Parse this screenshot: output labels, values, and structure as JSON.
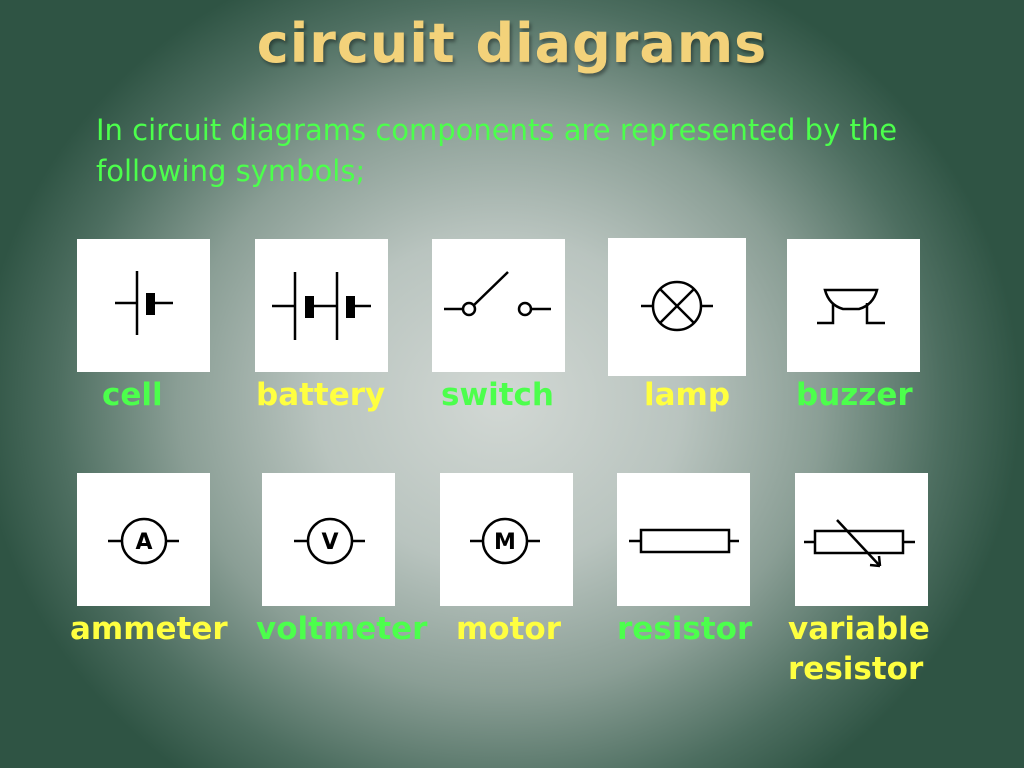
{
  "title": "circuit diagrams",
  "intro": "In circuit diagrams components are represented by the following symbols;",
  "row1": [
    {
      "label": "cell",
      "color": "#4cff4c",
      "icon": "cell-symbol-icon"
    },
    {
      "label": "battery",
      "color": "#ffff40",
      "icon": "battery-symbol-icon"
    },
    {
      "label": "switch",
      "color": "#4cff4c",
      "icon": "switch-symbol-icon"
    },
    {
      "label": "lamp",
      "color": "#ffff40",
      "icon": "lamp-symbol-icon"
    },
    {
      "label": "buzzer",
      "color": "#4cff4c",
      "icon": "buzzer-symbol-icon"
    }
  ],
  "row2": [
    {
      "label": "ammeter",
      "color": "#ffff40",
      "icon": "ammeter-symbol-icon",
      "letter": "A"
    },
    {
      "label": "voltmeter",
      "color": "#4cff4c",
      "icon": "voltmeter-symbol-icon",
      "letter": "V"
    },
    {
      "label": "motor",
      "color": "#ffff40",
      "icon": "motor-symbol-icon",
      "letter": "M"
    },
    {
      "label": "resistor",
      "color": "#4cff4c",
      "icon": "resistor-symbol-icon"
    },
    {
      "label": "variable resistor",
      "label_line1": "variable",
      "label_line2": "resistor",
      "color": "#ffff40",
      "icon": "variable-resistor-symbol-icon"
    }
  ]
}
